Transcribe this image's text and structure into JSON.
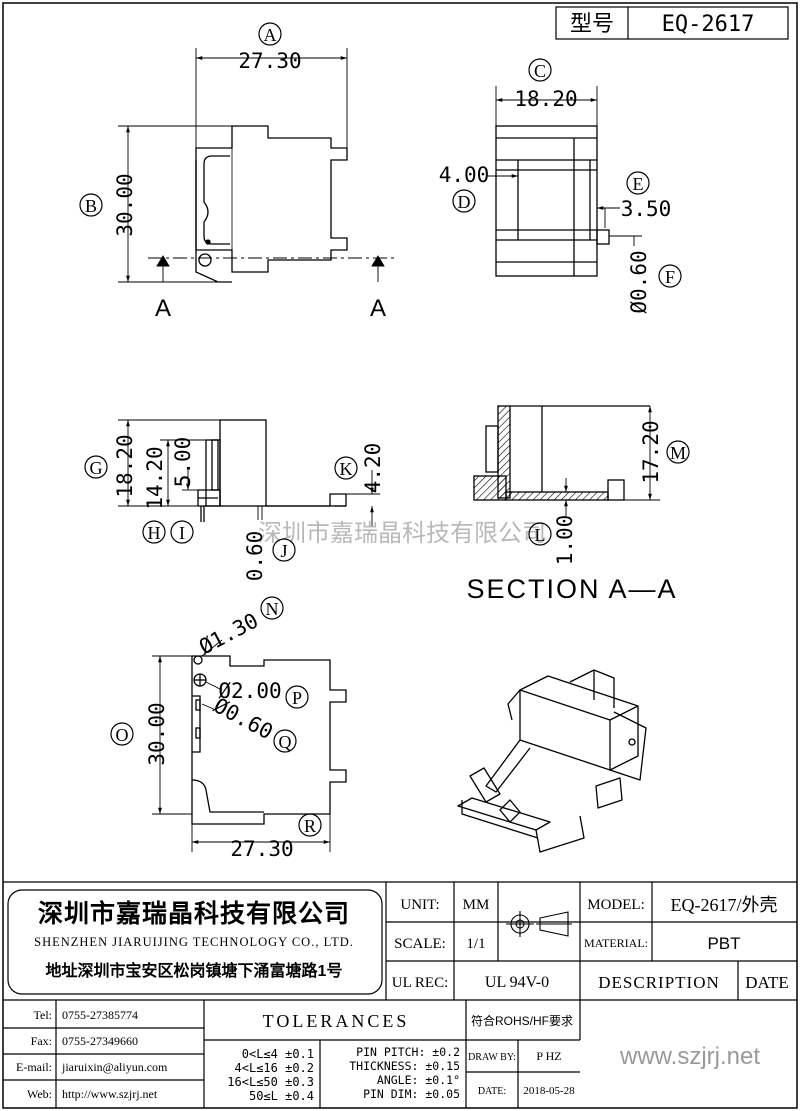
{
  "header": {
    "type_label": "型号",
    "model_code": "EQ-2617"
  },
  "views": {
    "front": {
      "label_A": "A",
      "dim_A": "27.30",
      "label_B": "B",
      "dim_B": "30.00",
      "section_marks": [
        "A",
        "A"
      ]
    },
    "side": {
      "label_C": "C",
      "dim_C": "18.20",
      "label_D": "D",
      "dim_D": "4.00",
      "label_E": "E",
      "dim_E": "3.50",
      "label_F": "F",
      "dim_F": "Ø0.60"
    },
    "elevation": {
      "label_G": "G",
      "dim_G": "18.20",
      "label_H": "H",
      "dim_H": "14.20",
      "label_I": "I",
      "dim_I": "5.00",
      "label_J": "J",
      "dim_J": "0.60",
      "label_K": "K",
      "dim_K": "4.20"
    },
    "section": {
      "label_L": "L",
      "dim_L": "1.00",
      "label_M": "M",
      "dim_M": "17.20",
      "title": "SECTION A—A"
    },
    "bottom": {
      "label_N": "N",
      "dim_N": "Ø1.30",
      "label_O": "O",
      "dim_O": "30.00",
      "label_P": "P",
      "dim_P": "Ø2.00",
      "label_Q": "Q",
      "dim_Q": "Ø0.60",
      "label_R": "R",
      "dim_R": "27.30"
    }
  },
  "watermark": "深圳市嘉瑞晶科技有限公司",
  "title_block": {
    "company_cn": "深圳市嘉瑞晶科技有限公司",
    "company_en": "SHENZHEN JIARUIJING TECHNOLOGY CO., LTD.",
    "address": "地址深圳市宝安区松岗镇塘下涌富塘路1号",
    "unit_label": "UNIT:",
    "unit_value": "MM",
    "scale_label": "SCALE:",
    "scale_value": "1/1",
    "ulrec_label": "UL REC:",
    "ulrec_value": "UL 94V-0",
    "model_label": "MODEL:",
    "model_value": "EQ-2617/外壳",
    "material_label": "MATERIAL:",
    "material_value": "PBT",
    "description_label": "DESCRIPTION",
    "date_label": "DATE",
    "contacts": [
      {
        "label": "Tel:",
        "value": "0755-27385774"
      },
      {
        "label": "Fax:",
        "value": "0755-27349660"
      },
      {
        "label": "E-mail:",
        "value": "jiaruixin@aliyun.com"
      },
      {
        "label": "Web:",
        "value": "http://www.szjrj.net"
      }
    ],
    "tolerances_title": "TOLERANCES",
    "tolerance_rows": [
      "0<L≤4 ±0.1",
      "4<L≤16 ±0.2",
      "16<L≤50 ±0.3",
      "50≤L ±0.4"
    ],
    "pin_rows": [
      "PIN PITCH: ±0.2",
      "THICKNESS: ±0.15",
      "ANGLE: ±0.1°",
      "PIN DIM: ±0.05"
    ],
    "rohs": "符合ROHS/HF要求",
    "draw_by_label": "DRAW BY:",
    "draw_by_value": "P HZ",
    "date_field_label": "DATE:",
    "date_value": "2018-05-28",
    "website": "www.szjrj.net"
  }
}
